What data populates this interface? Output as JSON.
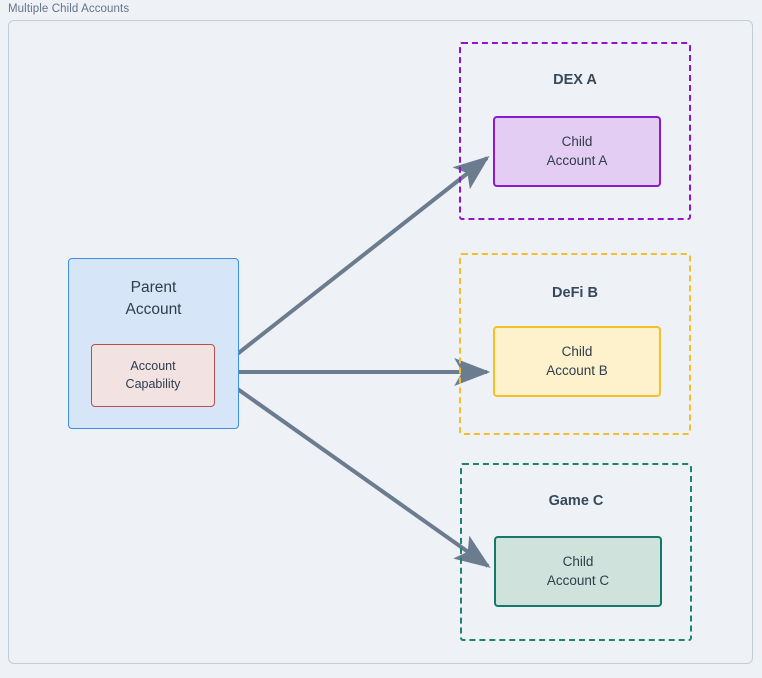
{
  "diagram": {
    "title": "Multiple Child Accounts",
    "background_color": "#eef1f5",
    "frame_border_color": "#c3cdd9",
    "arrow_color": "#6b7c8f"
  },
  "parent": {
    "label_line1": "Parent",
    "label_line2": "Account",
    "border_color": "#3c8ee0",
    "fill_color": "#d6e6f8",
    "capability": {
      "label_line1": "Account",
      "label_line2": "Capability",
      "border_color": "#b5504f",
      "fill_color": "#f2e2e2"
    }
  },
  "groups": [
    {
      "title": "DEX A",
      "border_color": "#9013cf",
      "child": {
        "label_line1": "Child",
        "label_line2": "Account A",
        "border_color": "#8b19d4",
        "fill_color": "#e4cdf2"
      }
    },
    {
      "title": "DeFi B",
      "border_color": "#f5bf26",
      "child": {
        "label_line1": "Child",
        "label_line2": "Account B",
        "border_color": "#f5c026",
        "fill_color": "#fdf2cc"
      }
    },
    {
      "title": "Game C",
      "border_color": "#1d8271",
      "child": {
        "label_line1": "Child",
        "label_line2": "Account C",
        "border_color": "#15786a",
        "fill_color": "#cfe3dc"
      }
    }
  ],
  "connections": [
    {
      "from": "Account Capability",
      "to": "Child Account A"
    },
    {
      "from": "Account Capability",
      "to": "Child Account B"
    },
    {
      "from": "Account Capability",
      "to": "Child Account C"
    }
  ]
}
